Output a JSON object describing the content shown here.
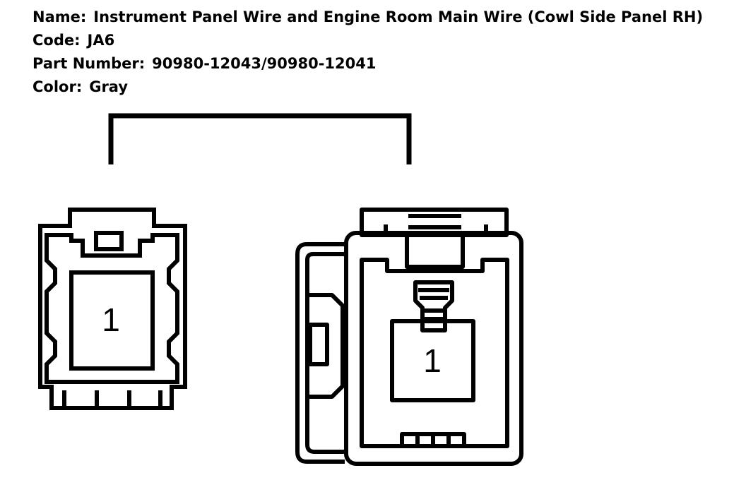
{
  "header": {
    "name_label": "Name:",
    "name_value": "Instrument Panel Wire and Engine Room Main Wire (Cowl Side Panel RH)",
    "code_label": "Code:",
    "code_value": "JA6",
    "part_label": "Part Number:",
    "part_value": "90980-12043/90980-12041",
    "color_label": "Color:",
    "color_value": "Gray"
  },
  "connectors": {
    "left": {
      "pin": "1"
    },
    "right": {
      "pin": "1"
    }
  }
}
